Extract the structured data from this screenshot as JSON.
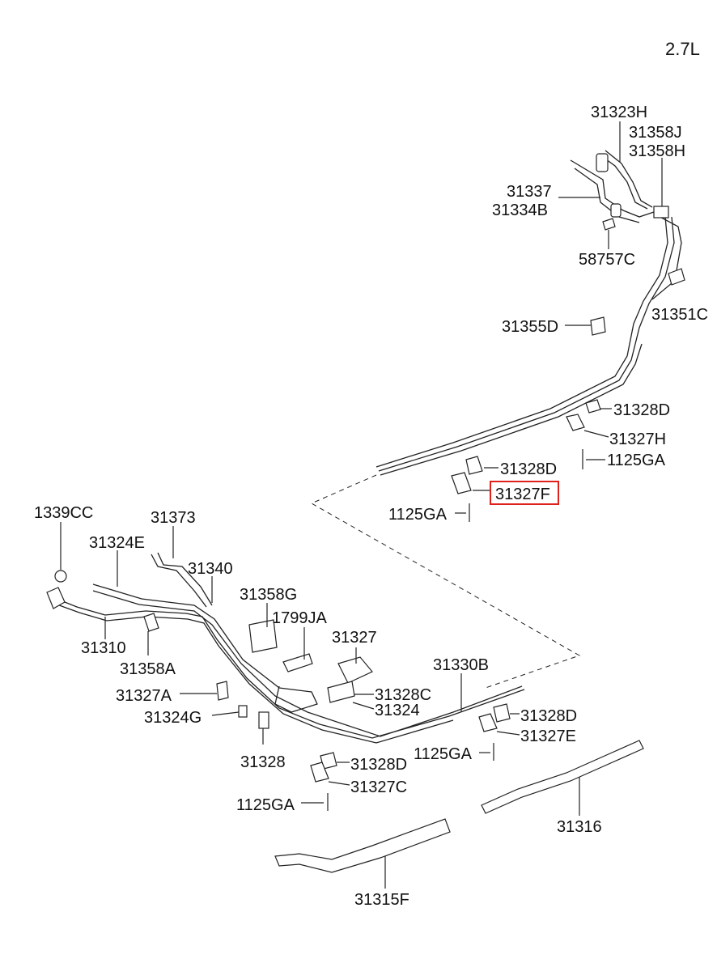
{
  "engine_label": "2.7L",
  "labels": {
    "p31323H": "31323H",
    "p31358J": "31358J",
    "p31358H": "31358H",
    "p31337": "31337",
    "p31334B": "31334B",
    "p58757C": "58757C",
    "p31351C": "31351C",
    "p31355D": "31355D",
    "p31328D_a": "31328D",
    "p31327H": "31327H",
    "p1125GA_a": "1125GA",
    "p31328D_b": "31328D",
    "p31327F": "31327F",
    "p1125GA_b": "1125GA",
    "p1339CC": "1339CC",
    "p31373": "31373",
    "p31324E": "31324E",
    "p31340": "31340",
    "p31358G": "31358G",
    "p1799JA": "1799JA",
    "p31327": "31327",
    "p31310": "31310",
    "p31358A": "31358A",
    "p31330B": "31330B",
    "p31327A": "31327A",
    "p31328C": "31328C",
    "p31324": "31324",
    "p31324G": "31324G",
    "p31328D_c": "31328D",
    "p31327E": "31327E",
    "p31328": "31328",
    "p1125GA_c": "1125GA",
    "p31328D_d": "31328D",
    "p31327C": "31327C",
    "p1125GA_d": "1125GA",
    "p31316": "31316",
    "p31315F": "31315F"
  },
  "highlighted_part": "31327F",
  "colors": {
    "highlight": "#e0201b",
    "line": "#222222"
  }
}
